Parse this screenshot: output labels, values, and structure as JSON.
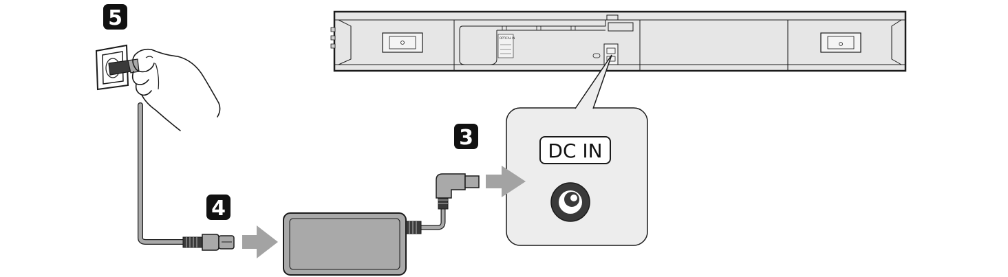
{
  "steps": {
    "step3": "3",
    "step4": "4",
    "step5": "5"
  },
  "callout": {
    "port_label": "DC IN"
  },
  "soundbar_labels": {
    "optical": "OPTICAL IN"
  },
  "colors": {
    "line": "#1a1a1a",
    "cable_gray": "#a9a9a9",
    "arrow_gray": "#a3a3a3",
    "panel_fill": "#ededed",
    "soundbar_fill": "#e6e6e6",
    "badge_fill": "#111111"
  },
  "icons": [
    "wall-outlet-icon",
    "hand-icon",
    "power-adapter-icon",
    "dc-jack-icon",
    "arrow-right-icon"
  ]
}
